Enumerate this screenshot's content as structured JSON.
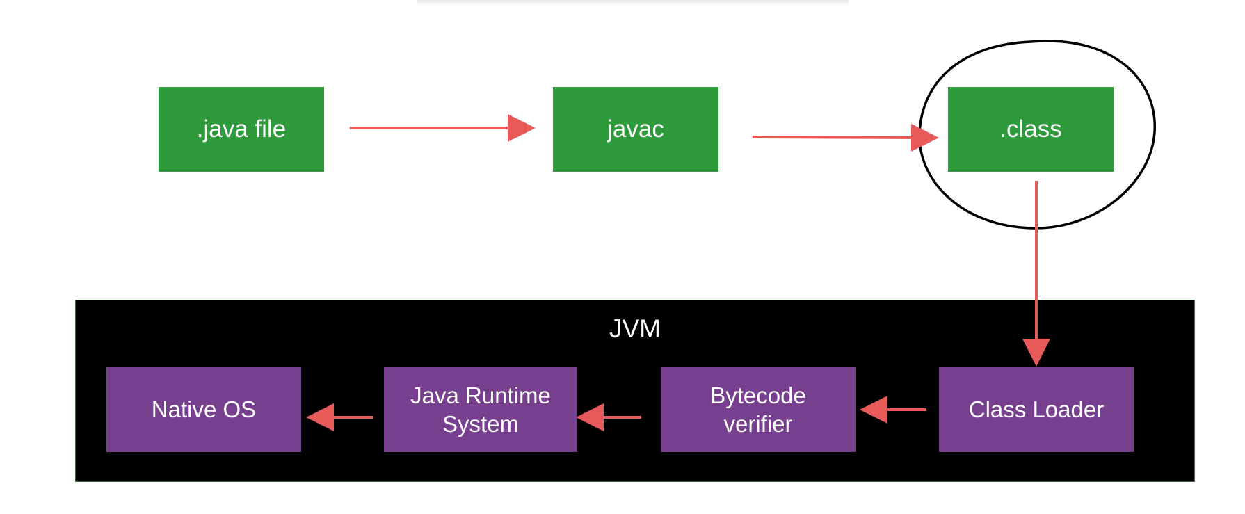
{
  "pipeline": {
    "java_file_label": ".java file",
    "javac_label": "javac",
    "class_label": ".class"
  },
  "jvm": {
    "title": "JVM",
    "components": {
      "native_os": "Native OS",
      "runtime_line1": "Java Runtime",
      "runtime_line2": "System",
      "verifier_line1": "Bytecode",
      "verifier_line2": "verifier",
      "class_loader": "Class Loader"
    }
  },
  "colors": {
    "stage_box": "#2f9a3c",
    "jvm_background": "#000000",
    "jvm_component": "#77408f",
    "arrow": "#e85a5a",
    "highlight_circle": "#000000"
  }
}
